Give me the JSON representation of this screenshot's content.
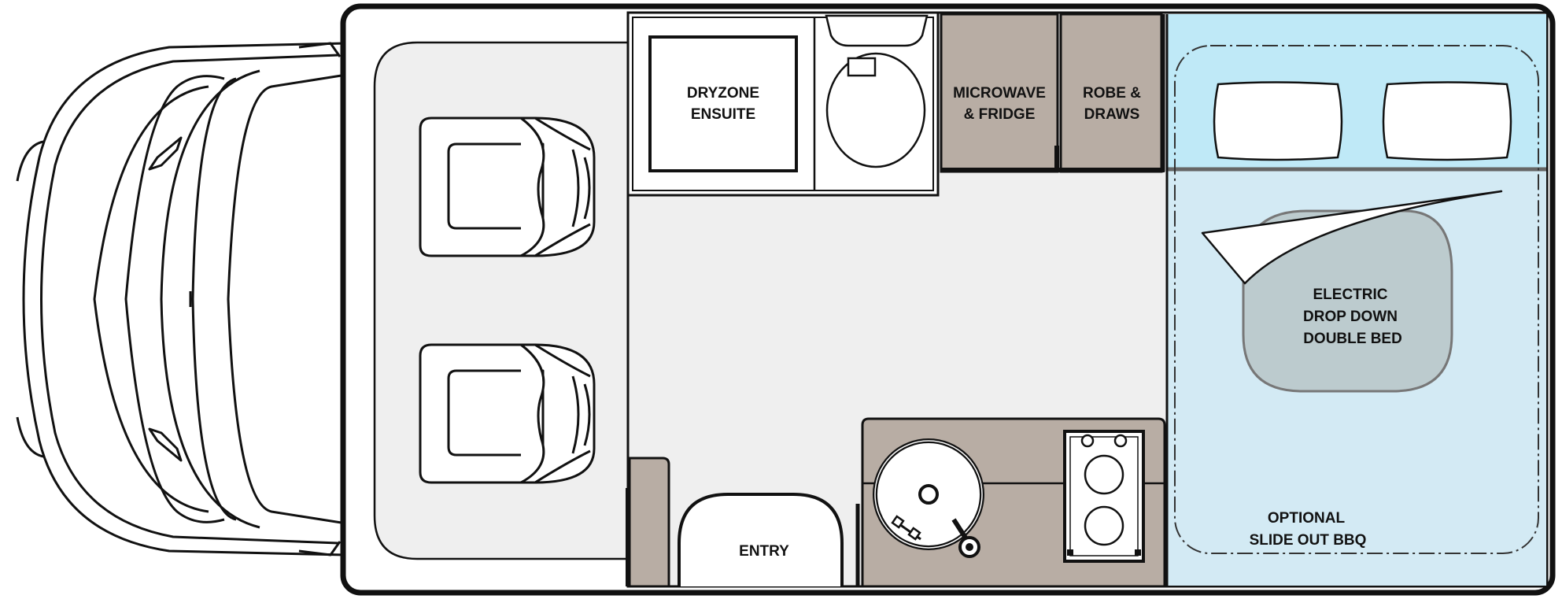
{
  "labels": {
    "dryzone": [
      "DRYZONE",
      "ENSUITE"
    ],
    "microwave": [
      "MICROWAVE",
      "& FRIDGE"
    ],
    "robe": [
      "ROBE &",
      "DRAWS"
    ],
    "bed": [
      "ELECTRIC",
      "DROP DOWN",
      "DOUBLE BED"
    ],
    "bbq": [
      "OPTIONAL",
      "SLIDE OUT BBQ"
    ],
    "entry": "ENTRY"
  },
  "colors": {
    "outline": "#111111",
    "floor": "#efefef",
    "cabinet": "#b8ada4",
    "bedroom": "#d3eaf4",
    "bed_head": "#bfe9f7",
    "drop_bed": "#bccbce",
    "white": "#ffffff"
  }
}
